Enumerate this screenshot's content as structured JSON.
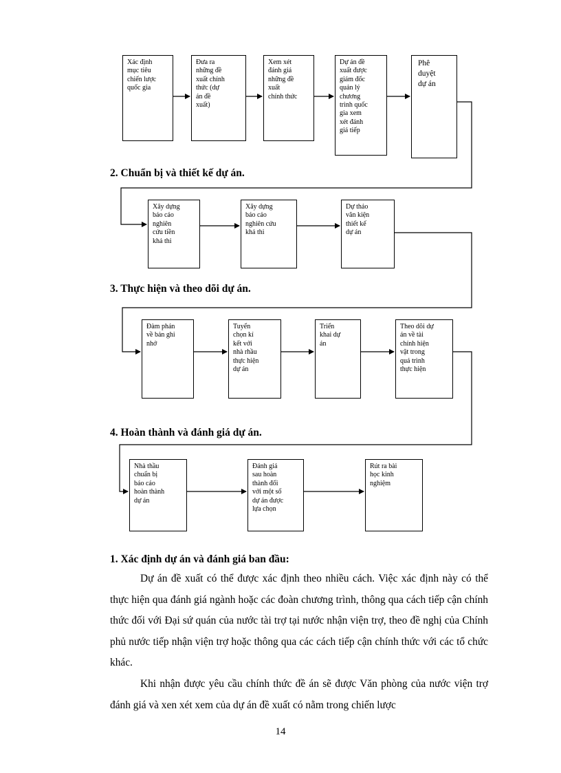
{
  "flowchart": {
    "row1": [
      "Xác định\nmục tiêu\nchiến lược\nquốc gia",
      "Đưa ra\nnhững đề\nxuất chính\nthức (dự\nán đề\nxuất)",
      "Xem xét\nđánh giá\nnhững đề\nxuất\nchính thức",
      "Dự án đề\nxuất được\ngiám đốc\nquản lý\nchương\ntrình quốc\ngia xem\nxét đánh\ngiá tiếp",
      "Phê\nduyệt\ndự án"
    ],
    "heading2": "2.  Chuẩn bị và thiết kế dự án.",
    "row2": [
      "Xây dựng\nbáo cáo\nnghiên\ncứu tiền\nkhả thi",
      "Xây dựng\nbáo cáo\nnghiên cứu\nkhả thi",
      "Dự thảo\nvăn kiện\nthiết kế\ndự án"
    ],
    "heading3": "3.  Thực hiện và theo dõi dự án.",
    "row3": [
      "Đàm phán\nvề bản ghi\nnhớ",
      "Tuyển\nchọn kí\nkết với\nnhà rhầu\nthực hiện\ndự án",
      "Triển\nkhai dự\nán",
      "Theo dõi dự\nán về tài\nchính hiện\nvật trong\nquá trình\nthực hiện"
    ],
    "heading4": "4.  Hoàn thành và đánh giá dự án.",
    "row4": [
      "Nhà thầu\nchuẩn bị\nbáo cáo\nhoàn thành\ndự án",
      "Đánh giá\nsau hoàn\nthành đối\nvới một số\ndự án được\nlựa chọn",
      "Rút ra bài\nhọc kinh\nnghiệm"
    ]
  },
  "section1": {
    "heading": "1.  Xác định dự án và đánh giá ban đầu:",
    "para1": "Dự án đề xuất có thể được xác định theo nhiều cách. Việc xác định này có thể thực hiện qua đánh giá ngành hoặc các đoàn chương trình, thông qua cách tiếp cận chính thức đối với Đại sứ quán của nước tài trợ tại nước nhận viện trợ, theo đề nghị của Chính phủ nước tiếp nhận viện trợ hoặc thông qua các cách tiếp cận chính thức với các tổ chức khác.",
    "para2": "Khi nhận được yêu cầu chính thức đề án sẽ được Văn phòng của nước viện trợ đánh giá và xen xét xem của dự án đề xuất có nằm trong chiến lược"
  },
  "page_number": "14"
}
